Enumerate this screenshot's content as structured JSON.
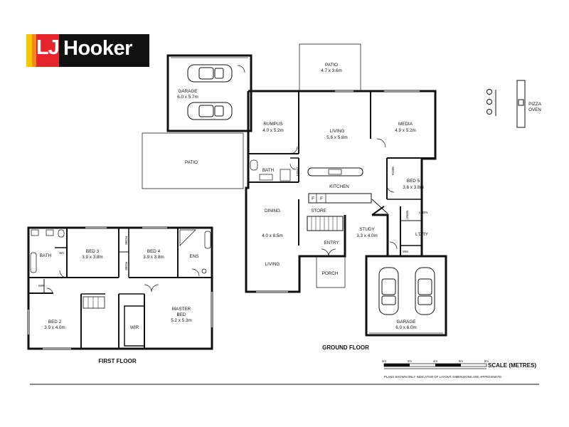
{
  "logo": {
    "lj": "LJ",
    "hooker": "Hooker",
    "colors": {
      "red": "#e5252b",
      "yellow": "#f6c700",
      "orange": "#f08a1c",
      "black": "#111111"
    }
  },
  "ground_floor": {
    "title": "GROUND FLOOR",
    "garage_top": {
      "name": "GARAGE",
      "dims": "6.0 x 5.7m"
    },
    "patio_top": {
      "name": "PATIO",
      "dims": "4.7 x 3.6m"
    },
    "patio_left": {
      "name": "PATIO"
    },
    "rumpus": {
      "name": "RUMPUS",
      "dims": "4.0 x 5.2m"
    },
    "living": {
      "name": "LIVING",
      "dims": "5.6 x 5.8m"
    },
    "media": {
      "name": "MEDIA",
      "dims": "4.9 x 5.2m"
    },
    "bath": {
      "name": "BATH"
    },
    "linen1": "LINEN",
    "robe": "ROBE",
    "bed5": {
      "name": "BED 5",
      "dims": "3.6 x 3.8m"
    },
    "kitchen": {
      "name": "KITCHEN"
    },
    "fridge1": "F",
    "fridge2": "F",
    "store": {
      "name": "STORE"
    },
    "dining": {
      "name": "DINING",
      "dims": "4.0 x 8.5m"
    },
    "living_lower": {
      "name": "LIVING"
    },
    "study": {
      "name": "STUDY",
      "dims": "3.3 x 4.0m"
    },
    "entry": {
      "name": "ENTRY"
    },
    "porch": {
      "name": "PORCH"
    },
    "linen2": "LINEN",
    "linen3": "LINEN",
    "ldry": {
      "name": "L'DRY"
    },
    "wm": "WM",
    "garage_bottom": {
      "name": "GARAGE",
      "dims": "6.0 x 6.0m"
    },
    "pizza_oven": {
      "line1": "PIZZA",
      "line2": "OVEN"
    }
  },
  "first_floor": {
    "title": "FIRST FLOOR",
    "bath": {
      "name": "BATH"
    },
    "wc": "WC",
    "wir1": "WIR",
    "wir2": "WIR",
    "bed3": {
      "name": "BED 3",
      "dims": "3.9 x 3.8m"
    },
    "robe1": "ROBE",
    "robe2": "ROBE",
    "bed4": {
      "name": "BED 4",
      "dims": "3.9 x 3.8m"
    },
    "ens": {
      "name": "ENS"
    },
    "bed2": {
      "name": "BED 2",
      "dims": "3.9 x 4.0m"
    },
    "master": {
      "line1": "MASTER",
      "line2": "BED",
      "dims": "5.2 x 5.3m"
    }
  },
  "scale": {
    "title": "SCALE (METRES)",
    "ticks": [
      "0m",
      "2m",
      "4m",
      "6m",
      "8m"
    ],
    "disclaimer": "PLANS SHOWN ONLY INDICATIVE OF LAYOUT.  DIMENSIONS ARE APPROXIMATE."
  }
}
